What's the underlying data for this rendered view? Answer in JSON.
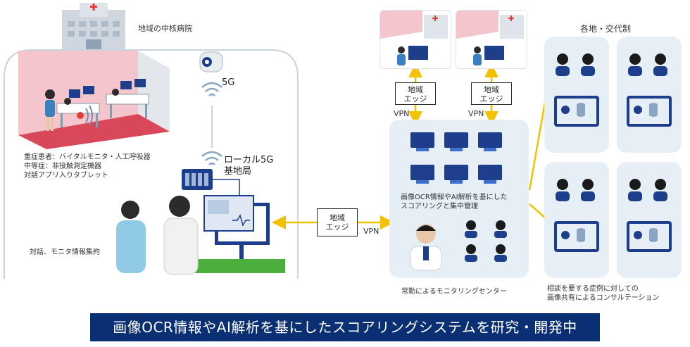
{
  "labels": {
    "hospital": "地域の中核病院",
    "fiveg": "5G",
    "local5g_line1": "ローカル5G",
    "local5g_line2": "基地局",
    "patients_line1": "重症患者：バイタルモニタ・人工呼吸器",
    "patients_line2": "中等症：非接触測定機器",
    "patients_line3": "対話アプリ入りタブレット",
    "dialogue": "対話、モニタ情報集約",
    "edge_line1": "地域",
    "edge_line2": "エッジ",
    "vpn": "VPN",
    "scoring_line1": "画像OCR情報やAI解析を基にした",
    "scoring_line2": "スコアリングと集中管理",
    "monitoring_center": "常勤によるモニタリングセンター",
    "regions": "各地・交代制",
    "consult_line1": "相談を要する症例に対しての",
    "consult_line2": "画像共有によるコンサルテーション"
  },
  "banner": "画像OCR情報やAI解析を基にしたスコアリングシステムを研究・開発中",
  "colors": {
    "banner_bg": "#0b2f73",
    "arrow": "#f2c200",
    "panel_bg": "#e6eef6",
    "room_pink": "#f4c6cc",
    "room_floor": "#d9485a",
    "green": "#4caf3b",
    "navy": "#1d3e8a"
  }
}
